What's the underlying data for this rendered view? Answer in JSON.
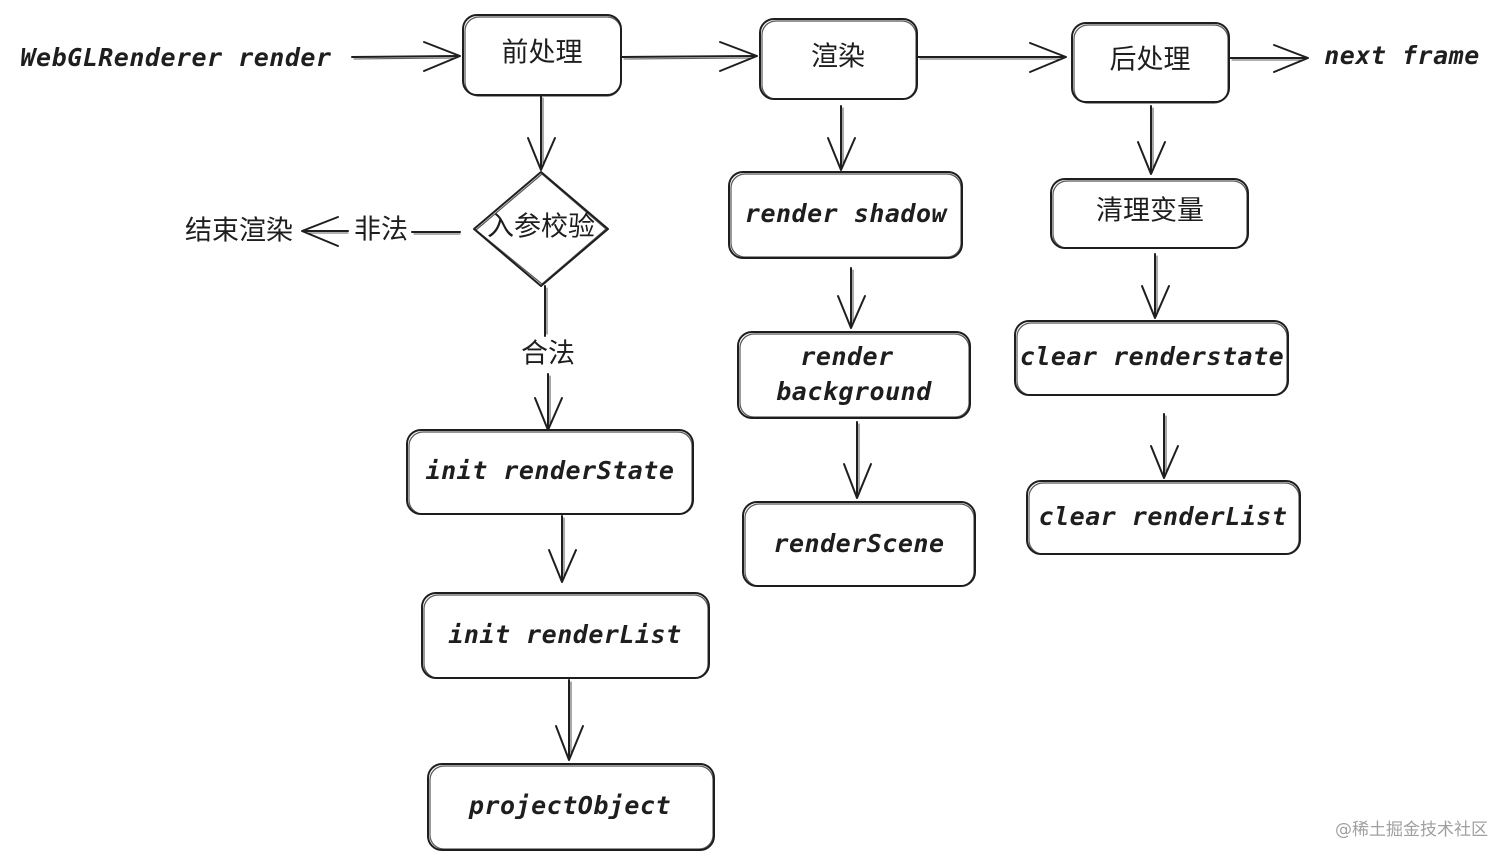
{
  "labels": {
    "start": "WebGLRenderer render",
    "end": "next frame",
    "pre": "前处理",
    "render": "渲染",
    "post": "后处理",
    "validate": "入参校验",
    "illegal": "非法",
    "stop": "结束渲染",
    "legal": "合法",
    "init_state": "init renderState",
    "init_list": "init renderList",
    "project": "projectObject",
    "shadow": "render shadow",
    "bg_line1": "render",
    "bg_line2": "background",
    "scene": "renderScene",
    "clean": "清理变量",
    "clear_state": "clear renderstate",
    "clear_list": "clear renderList"
  },
  "watermark": "@稀土掘金技术社区",
  "colors": {
    "stroke": "#1e1e1e",
    "background": "#ffffff",
    "watermark": "#a0a0a0"
  }
}
